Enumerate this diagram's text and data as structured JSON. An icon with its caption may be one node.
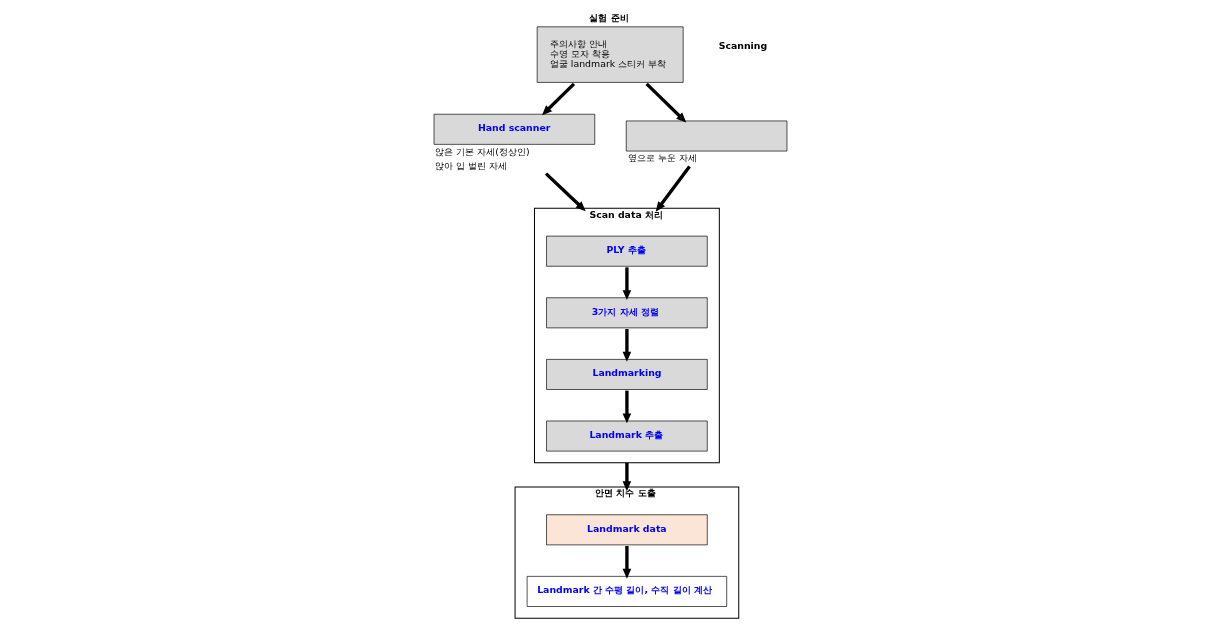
{
  "diagram": {
    "nodes": [
      {
        "text": [
          "실험 준비",
          "주의사항 안내",
          "수영 모자 착용",
          "얼굴 landmark 스티커 부착"
        ]
      },
      {
        "text": [
          "Hand scanner"
        ],
        "beside": [
          "앉은 기본 자세(정상인)",
          "앉아 입 벌린 자세"
        ]
      },
      {
        "text": [],
        "shape": "box",
        "beside": [
          "옆으로 누운 자세"
        ]
      },
      {
        "text": [
          "Scan data 처리"
        ]
      },
      {
        "text": [
          "PLY 추출"
        ],
        "in": 3
      },
      {
        "text": [
          "3가지 자세 정렬"
        ],
        "in": 3
      },
      {
        "text": [
          "Landmarking"
        ],
        "in": 3
      },
      {
        "text": [
          "Landmark 추출"
        ],
        "in": 3
      },
      {
        "text": [
          "안면 치수 도출"
        ]
      },
      {
        "text": [
          "Landmark data"
        ],
        "in": 8
      },
      {
        "text": [
          "Landmark 간 수평 길이, 수직 길이 계산"
        ],
        "in": 8
      }
    ],
    "edges": [
      {
        "from": 0,
        "to": 1,
        "arrow": "to"
      },
      {
        "from": 0,
        "to": 2,
        "arrow": "to"
      },
      {
        "from": 1,
        "to": 3,
        "arrow": "to"
      },
      {
        "from": 2,
        "to": 3,
        "arrow": "to"
      },
      {
        "from": 4,
        "to": 5,
        "arrow": "to"
      },
      {
        "from": 5,
        "to": 6,
        "arrow": "to"
      },
      {
        "from": 6,
        "to": 7,
        "arrow": "to"
      },
      {
        "from": 3,
        "to": 8,
        "arrow": "to"
      },
      {
        "from": 9,
        "to": 10,
        "arrow": "to"
      }
    ],
    "labels": [
      "Scanning"
    ]
  }
}
